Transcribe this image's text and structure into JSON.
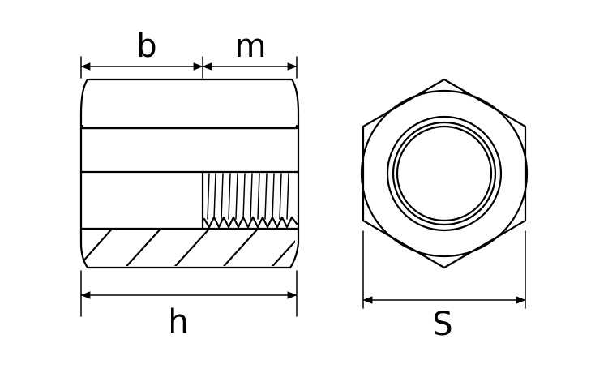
{
  "diagram": {
    "labels": {
      "b": "b",
      "m": "m",
      "h": "h",
      "s": "S"
    },
    "colors": {
      "line": "#000000",
      "background": "#ffffff"
    }
  }
}
